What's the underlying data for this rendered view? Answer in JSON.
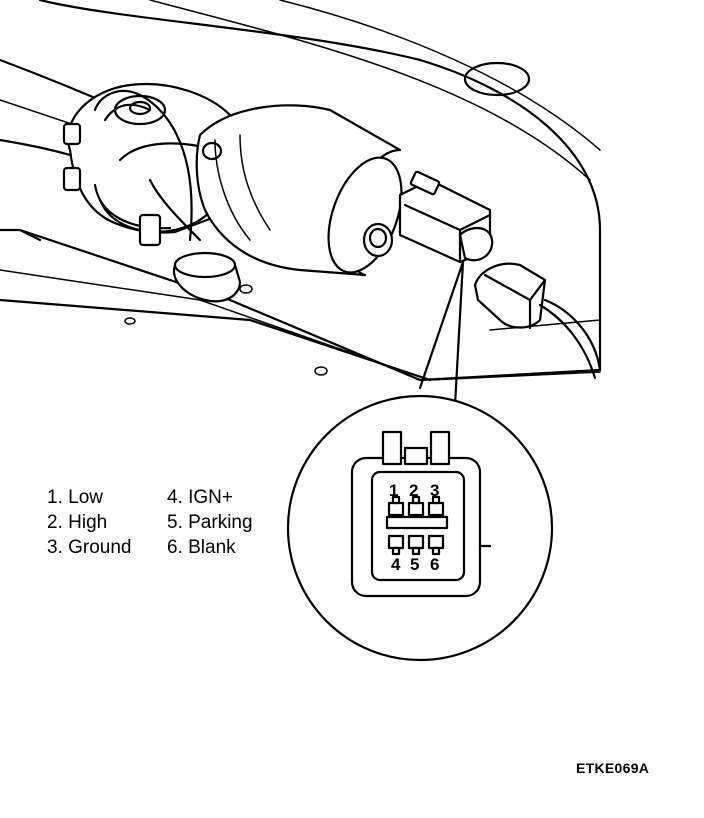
{
  "legend": {
    "left": [
      {
        "label": "1. Low"
      },
      {
        "label": "2. High"
      },
      {
        "label": "3. Ground"
      }
    ],
    "right": [
      {
        "label": "4. IGN+"
      },
      {
        "label": "5. Parking"
      },
      {
        "label": "6. Blank"
      }
    ]
  },
  "connector": {
    "top_pins": [
      "1",
      "2",
      "3"
    ],
    "bottom_pins": [
      "4",
      "5",
      "6"
    ]
  },
  "figure_code": "ETKE069A"
}
